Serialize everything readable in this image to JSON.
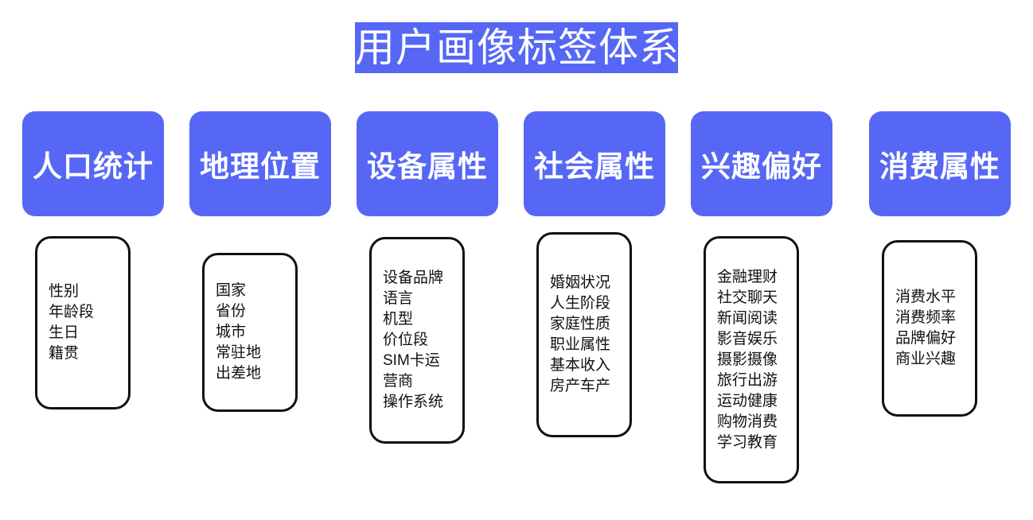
{
  "title": "用户画像标签体系",
  "theme": {
    "accent": "#5667F6",
    "title_text_color": "#FFFFFF",
    "card_border_color": "#111111",
    "card_background": "#FFFFFF",
    "page_background": "#FFFFFF"
  },
  "columns": [
    {
      "header": "人口统计",
      "items": [
        "性别",
        "年龄段",
        "生日",
        "籍贯"
      ]
    },
    {
      "header": "地理位置",
      "items": [
        "国家",
        "省份",
        "城市",
        "常驻地",
        "出差地"
      ]
    },
    {
      "header": "设备属性",
      "items": [
        "设备品牌",
        "语言",
        "机型",
        "价位段",
        "SIM卡运",
        "营商",
        "操作系统"
      ]
    },
    {
      "header": "社会属性",
      "items": [
        "婚姻状况",
        "人生阶段",
        "家庭性质",
        "职业属性",
        "基本收入",
        "房产车产"
      ]
    },
    {
      "header": "兴趣偏好",
      "items": [
        "金融理财",
        "社交聊天",
        "新闻阅读",
        "影音娱乐",
        "摄影摄像",
        "旅行出游",
        "运动健康",
        "购物消费",
        "学习教育"
      ]
    },
    {
      "header": "消费属性",
      "items": [
        "消费水平",
        "消费频率",
        "品牌偏好",
        "商业兴趣"
      ]
    }
  ],
  "layout": {
    "column_left_positions": [
      28,
      238,
      448,
      658,
      868,
      1092
    ],
    "card_top_positions": [
      297,
      318,
      298,
      292,
      297,
      302
    ],
    "card_heights": [
      218,
      200,
      260,
      258,
      311,
      222
    ]
  }
}
